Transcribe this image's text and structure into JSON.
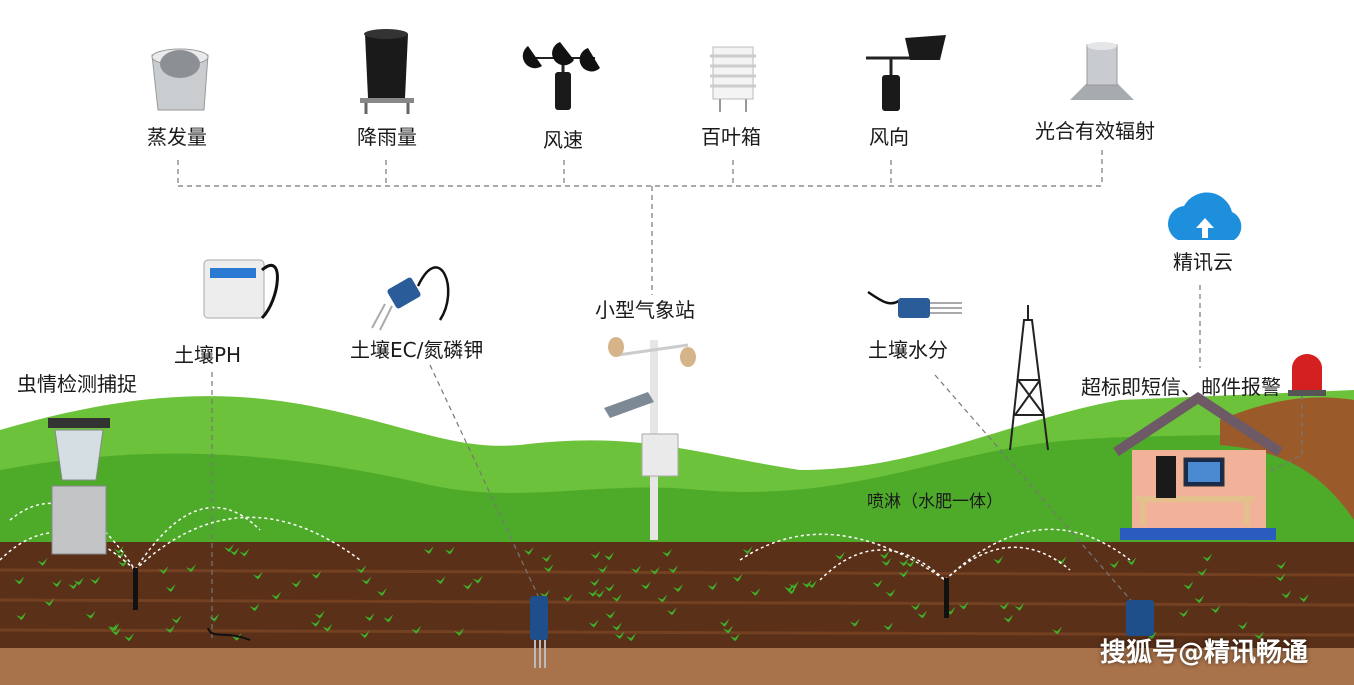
{
  "top_sensors": [
    {
      "label": "蒸发量",
      "icon": "evaporation-pan-icon"
    },
    {
      "label": "降雨量",
      "icon": "rain-gauge-icon"
    },
    {
      "label": "风速",
      "icon": "anemometer-icon"
    },
    {
      "label": "百叶箱",
      "icon": "louver-box-icon"
    },
    {
      "label": "风向",
      "icon": "wind-vane-icon"
    },
    {
      "label": "光合有效辐射",
      "icon": "par-sensor-icon"
    }
  ],
  "station": {
    "label": "小型气象站",
    "icon": "weather-station-icon"
  },
  "cloud": {
    "label": "精讯云",
    "icon": "cloud-upload-icon",
    "color": "#1e8fdc"
  },
  "alarm": {
    "label": "超标即短信、邮件报警",
    "icon": "alarm-light-icon",
    "color": "#d42020"
  },
  "field_sensors": {
    "pest": {
      "label": "虫情检测捕捉",
      "icon": "pest-trap-icon"
    },
    "ph": {
      "label": "土壤PH",
      "icon": "soil-ph-sensor-icon"
    },
    "ec": {
      "label": "土壤EC/氮磷钾",
      "icon": "soil-ec-npk-sensor-icon"
    },
    "moisture": {
      "label": "土壤水分",
      "icon": "soil-moisture-sensor-icon"
    }
  },
  "irrigation": {
    "label": "喷淋（水肥一体）",
    "icon": "sprinkler-icon"
  },
  "tower": {
    "icon": "signal-tower-icon"
  },
  "house": {
    "icon": "control-room-icon"
  },
  "watermark": "搜狐号@精讯畅通",
  "colors": {
    "grass_light": "#5cb82e",
    "grass_dark": "#3e9a22",
    "soil": "#5a3018",
    "soil_bottom": "#a8724a",
    "house_wall": "#f2b29a",
    "roof": "#6e5a66"
  }
}
